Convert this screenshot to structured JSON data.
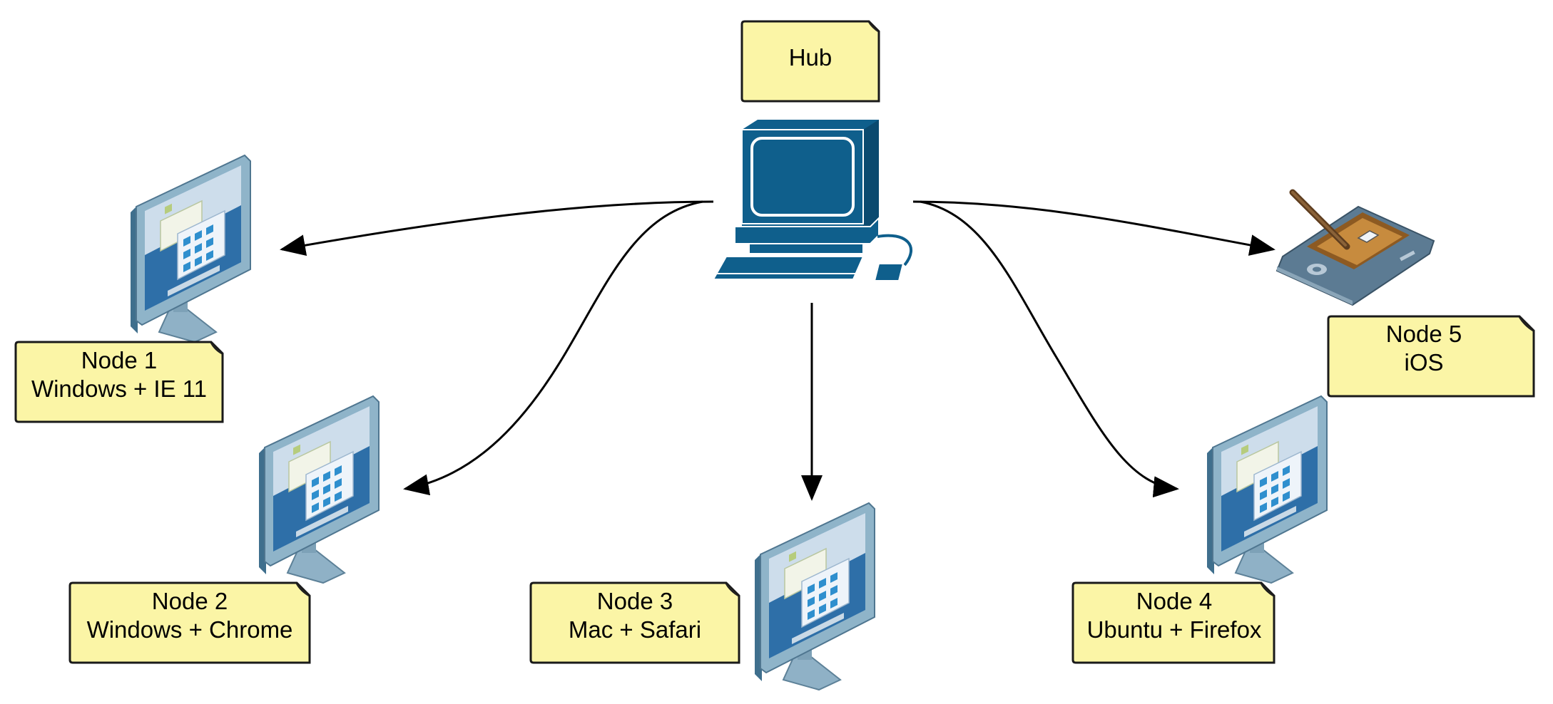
{
  "colors": {
    "note_fill": "#fbf5a6",
    "note_stroke": "#1a1a1a",
    "hub_blue": "#0f5f8c",
    "monitor_frame": "#7aa0b8",
    "screen_blue": "#2e6fa8",
    "edge": "#000000"
  },
  "hub": {
    "label": "Hub",
    "icon": "desktop-computer-icon"
  },
  "nodes": [
    {
      "id": "node1",
      "line1": "Node 1",
      "line2": "Windows + IE 11",
      "icon": "monitor-icon"
    },
    {
      "id": "node2",
      "line1": "Node 2",
      "line2": "Windows + Chrome",
      "icon": "monitor-icon"
    },
    {
      "id": "node3",
      "line1": "Node 3",
      "line2": "Mac + Safari",
      "icon": "monitor-icon"
    },
    {
      "id": "node4",
      "line1": "Node 4",
      "line2": "Ubuntu + Firefox",
      "icon": "monitor-icon"
    },
    {
      "id": "node5",
      "line1": "Node 5",
      "line2": "iOS",
      "icon": "tablet-stylus-icon"
    }
  ],
  "edges": [
    {
      "from": "hub",
      "to": "node1"
    },
    {
      "from": "hub",
      "to": "node2"
    },
    {
      "from": "hub",
      "to": "node3"
    },
    {
      "from": "hub",
      "to": "node4"
    },
    {
      "from": "hub",
      "to": "node5"
    }
  ]
}
